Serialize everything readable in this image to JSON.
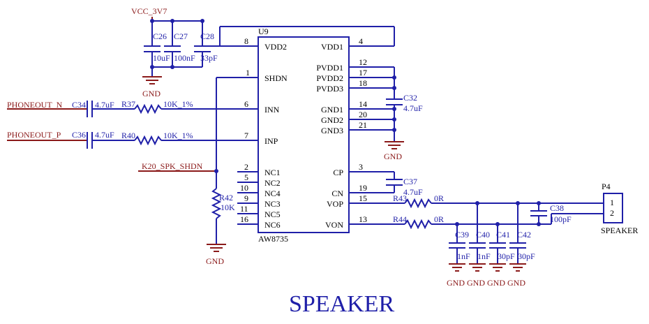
{
  "title": "SPEAKER",
  "ic": {
    "ref": "U9",
    "part": "AW8735",
    "left_pins": [
      {
        "num": "8",
        "name": "VDD2"
      },
      {
        "num": "1",
        "name": "SHDN"
      },
      {
        "num": "6",
        "name": "INN"
      },
      {
        "num": "7",
        "name": "INP"
      },
      {
        "num": "2",
        "name": "NC1"
      },
      {
        "num": "5",
        "name": "NC2"
      },
      {
        "num": "10",
        "name": "NC4"
      },
      {
        "num": "9",
        "name": "NC3"
      },
      {
        "num": "11",
        "name": "NC5"
      },
      {
        "num": "16",
        "name": "NC6"
      }
    ],
    "right_pins": [
      {
        "num": "4",
        "name": "VDD1"
      },
      {
        "num": "12",
        "name": "PVDD1"
      },
      {
        "num": "17",
        "name": "PVDD2"
      },
      {
        "num": "18",
        "name": "PVDD3"
      },
      {
        "num": "14",
        "name": "GND1"
      },
      {
        "num": "20",
        "name": "GND2"
      },
      {
        "num": "21",
        "name": "GND3"
      },
      {
        "num": "3",
        "name": "CP"
      },
      {
        "num": "19",
        "name": "CN"
      },
      {
        "num": "15",
        "name": "VOP"
      },
      {
        "num": "13",
        "name": "VON"
      }
    ]
  },
  "nets": {
    "vcc": "VCC_3V7",
    "gnd": "GND",
    "phone_n": "PHONEOUT_N",
    "phone_p": "PHONEOUT_P",
    "shdn": "K20_SPK_SHDN"
  },
  "components": {
    "c26": {
      "ref": "C26",
      "value": "10uF"
    },
    "c27": {
      "ref": "C27",
      "value": "100nF"
    },
    "c28": {
      "ref": "C28",
      "value": "33pF"
    },
    "c34": {
      "ref": "C34",
      "value": "4.7uF"
    },
    "c36": {
      "ref": "C36",
      "value": "4.7uF"
    },
    "r37": {
      "ref": "R37",
      "value": "10K_1%"
    },
    "r40": {
      "ref": "R40",
      "value": "10K_1%"
    },
    "r42": {
      "ref": "R42",
      "value": "10K"
    },
    "c32": {
      "ref": "C32",
      "value": "4.7uF"
    },
    "c37": {
      "ref": "C37",
      "value": "4.7uF"
    },
    "r43": {
      "ref": "R43",
      "value": "0R"
    },
    "r44": {
      "ref": "R44",
      "value": "0R"
    },
    "c38": {
      "ref": "C38",
      "value": "100pF"
    },
    "c39": {
      "ref": "C39",
      "value": "1nF"
    },
    "c40": {
      "ref": "C40",
      "value": "1nF"
    },
    "c41": {
      "ref": "C41",
      "value": "30pF"
    },
    "c42": {
      "ref": "C42",
      "value": "30pF"
    }
  },
  "connector": {
    "ref": "P4",
    "pin1": "1",
    "pin2": "2",
    "name": "SPEAKER"
  }
}
